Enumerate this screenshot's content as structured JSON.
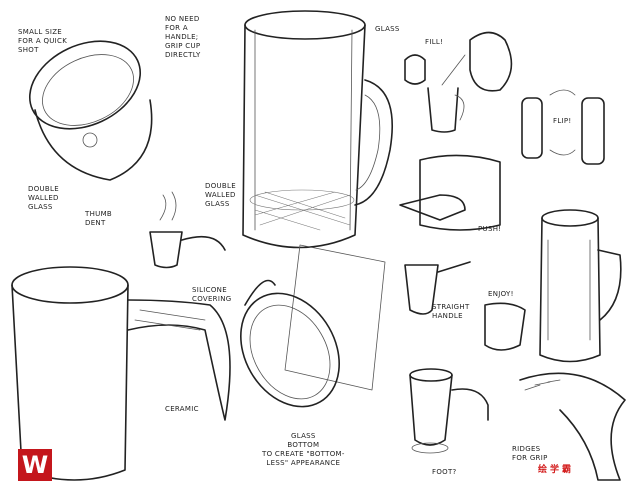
{
  "labels": {
    "small_size": "SMALL SIZE\nFOR A QUICK\nSHOT",
    "no_handle": "NO NEED\nFOR A\nHANDLE;\nGRIP CUP\nDIRECTLY",
    "double_walled_1": "DOUBLE\nWALLED\nGLASS",
    "thumb_dent": "THUMB\nDENT",
    "glass": "GLASS",
    "double_walled_2": "DOUBLE\nWALLED\nGLASS",
    "fill": "FILL!",
    "flip": "FLIP!",
    "push": "PUSH!",
    "silicone": "SILICONE\nCOVERING",
    "enjoy": "ENJOY!",
    "straight_handle": "STRAIGHT\nHANDLE",
    "ceramic": "CERAMIC",
    "glass_bottom": "GLASS\nBOTTOM\nTO CREATE \"BOTTOM-\nLESS\" APPEARANCE",
    "foot": "FOOT?",
    "ridges": "RIDGES\nFOR GRIP"
  },
  "watermark": "绘学霸",
  "logo": "W"
}
